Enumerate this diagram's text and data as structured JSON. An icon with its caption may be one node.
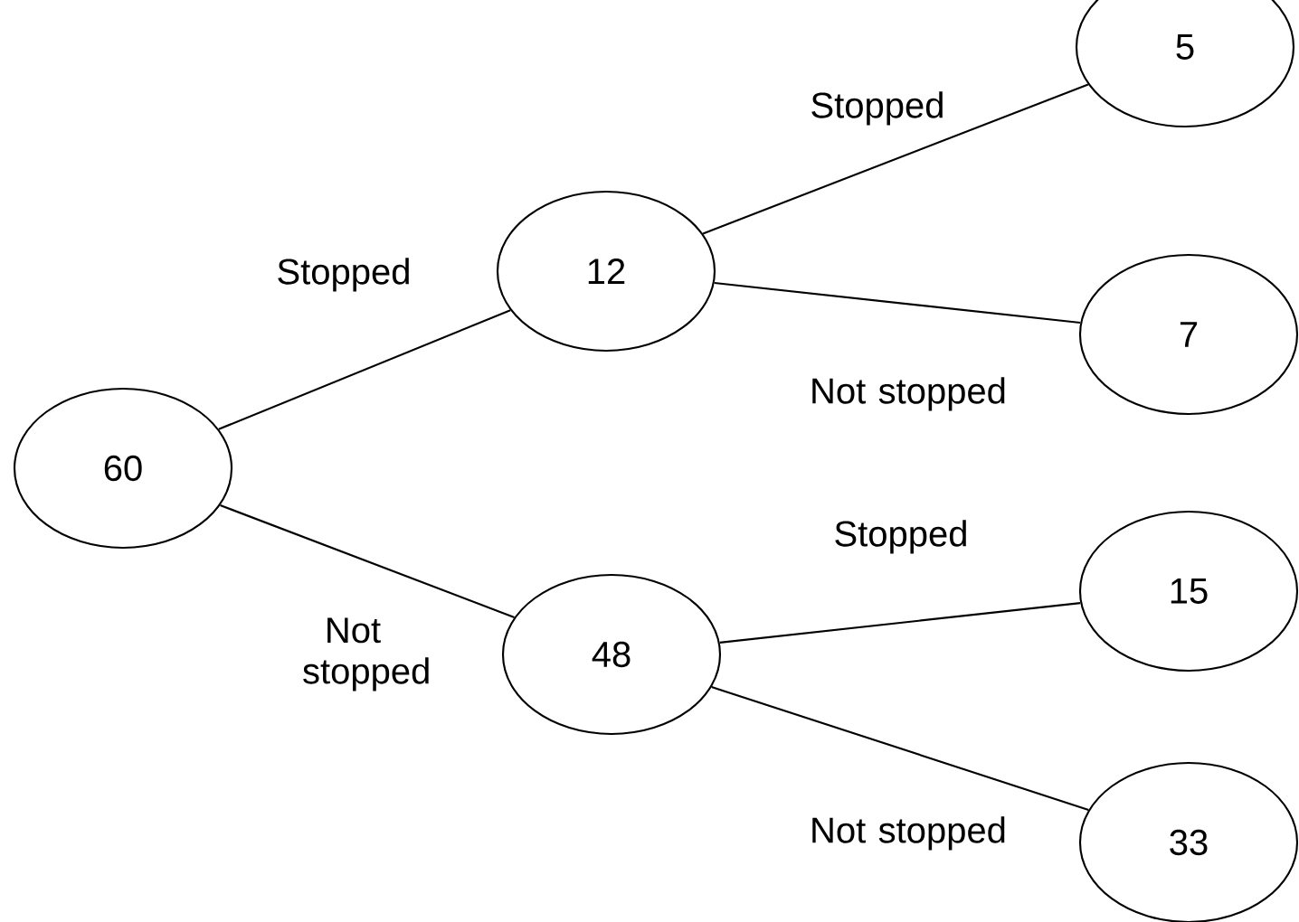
{
  "diagram": {
    "nodes": [
      {
        "text": [
          "60"
        ]
      },
      {
        "text": [
          "12"
        ]
      },
      {
        "text": [
          "5"
        ]
      },
      {
        "text": [
          "7"
        ]
      },
      {
        "text": [
          "48"
        ]
      },
      {
        "text": [
          "15"
        ]
      },
      {
        "text": [
          "33"
        ]
      }
    ],
    "edges": [
      {
        "from": 0,
        "to": 1,
        "arrow": "none",
        "label": "Stopped"
      },
      {
        "from": 0,
        "to": 4,
        "arrow": "none",
        "label": "Not stopped"
      },
      {
        "from": 1,
        "to": 2,
        "arrow": "none",
        "label": "Stopped"
      },
      {
        "from": 1,
        "to": 3,
        "arrow": "none",
        "label": "Not stopped"
      },
      {
        "from": 4,
        "to": 5,
        "arrow": "none",
        "label": "Stopped"
      },
      {
        "from": 4,
        "to": 6,
        "arrow": "none",
        "label": "Not stopped"
      }
    ]
  }
}
